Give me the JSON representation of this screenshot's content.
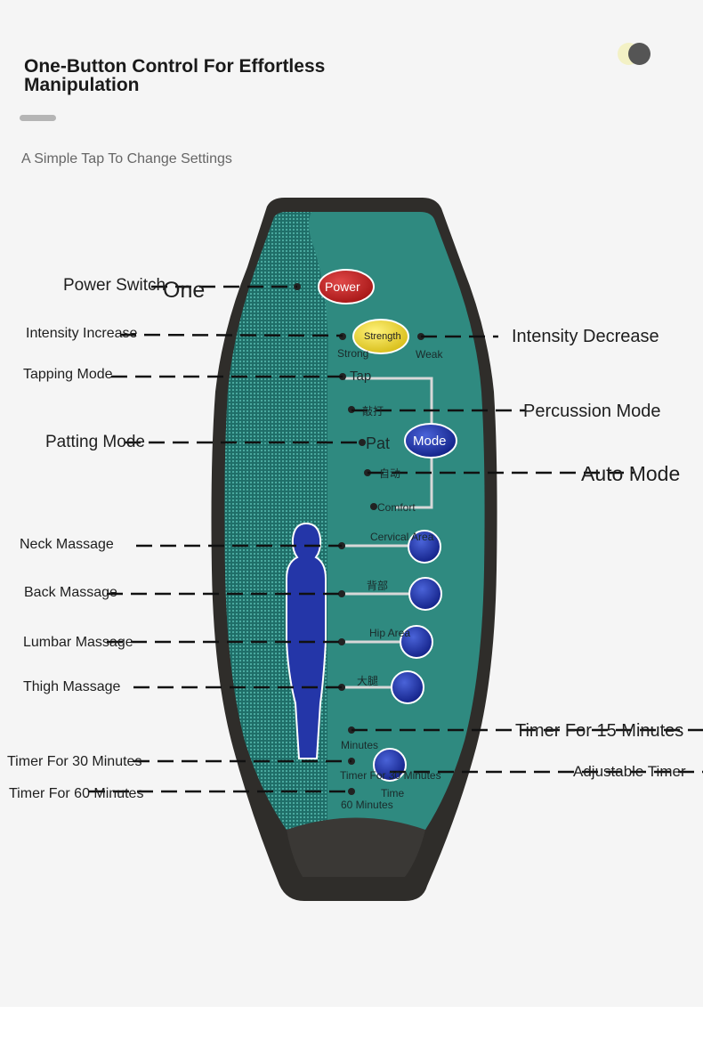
{
  "header": {
    "title": "One-Button Control For Effortless Manipulation",
    "subtitle": "A Simple Tap To Change Settings"
  },
  "remote": {
    "power_label": "Power",
    "strength_label": "Strength",
    "mode_label": "Mode",
    "strong": "Strong",
    "weak": "Weak",
    "tap": "Tap",
    "percussion_cn": "敲打",
    "pat": "Pat",
    "auto_cn": "自动",
    "comfort": "Comfort",
    "cervical": "Cervical Area",
    "back_cn": "背部",
    "hip": "Hip Area",
    "thigh_cn": "大腿",
    "min15": "Minutes",
    "timer30": "Timer For 30 Minutes",
    "time": "Time",
    "min60": "60 Minutes"
  },
  "callouts": {
    "power_switch": "Power Switch",
    "one": "One",
    "intensity_increase": "Intensity Increase",
    "intensity_decrease": "Intensity Decrease",
    "tapping_mode": "Tapping Mode",
    "percussion_mode": "Percussion Mode",
    "patting_mode": "Patting Mode",
    "auto_mode": "Auto Mode",
    "neck_massage": "Neck Massage",
    "back_massage": "Back Massage",
    "lumbar_massage": "Lumbar Massage",
    "thigh_massage": "Thigh Massage",
    "timer_15": "Timer For 15 Minutes",
    "timer_30": "Timer For 30 Minutes",
    "adjustable_timer": "Adjustable Timer",
    "timer_60": "Timer For 60 Minutes"
  },
  "colors": {
    "body": "#2f2d2a",
    "face": "#2f8a80",
    "power": "#c62828",
    "strength": "#e8d23a",
    "button_blue": "#1c2f9e"
  }
}
